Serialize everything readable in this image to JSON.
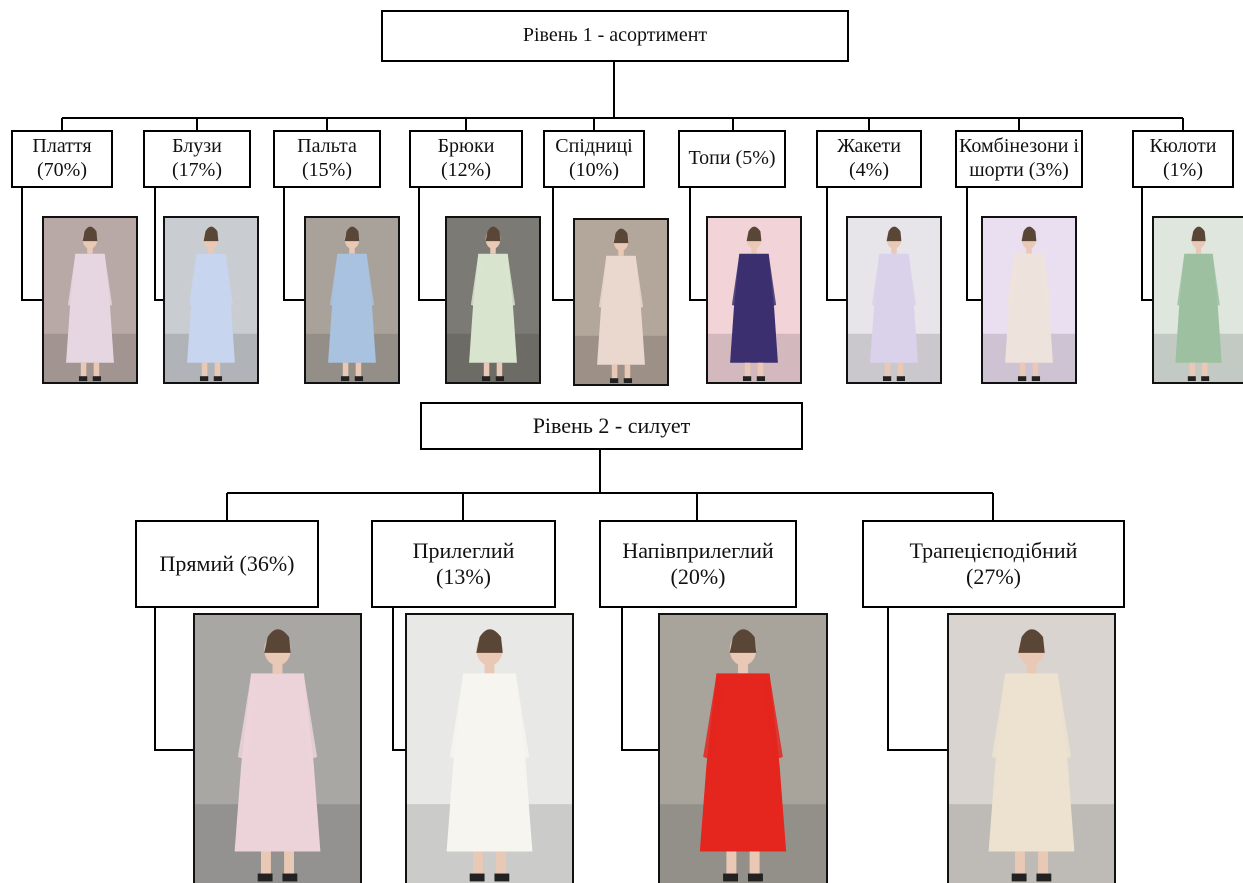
{
  "level1": {
    "title": "Рівень 1 - асортимент",
    "categories": [
      {
        "label": "Плаття\n(70%)",
        "photo": "runway-dress-photo",
        "bg": "#b8a9a6",
        "garment": "#e6d6e2"
      },
      {
        "label": "Блузи\n(17%)",
        "photo": "runway-blouse-photo",
        "bg": "#c9ccd1",
        "garment": "#c7d5ee"
      },
      {
        "label": "Пальта\n(15%)",
        "photo": "runway-coat-photo",
        "bg": "#a8a29a",
        "garment": "#a9c2e0"
      },
      {
        "label": "Брюки\n(12%)",
        "photo": "runway-trousers-photo",
        "bg": "#7b7a74",
        "garment": "#d9e4cf"
      },
      {
        "label": "Спідниці\n(10%)",
        "photo": "runway-skirt-photo",
        "bg": "#b3a69a",
        "garment": "#ead8cf"
      },
      {
        "label": "Топи (5%)",
        "photo": "runway-top-photo",
        "bg": "#f1d3d8",
        "garment": "#3c2f70"
      },
      {
        "label": "Жакети\n(4%)",
        "photo": "runway-jacket-photo",
        "bg": "#e7e4ea",
        "garment": "#d9d2ea"
      },
      {
        "label": "Комбінезони і\nшорти (3%)",
        "photo": "runway-jumpsuit-photo",
        "bg": "#eadff0",
        "garment": "#eee3dc"
      },
      {
        "label": "Кюлоти\n(1%)",
        "photo": "runway-culottes-photo",
        "bg": "#dfe6de",
        "garment": "#9dc0a0"
      }
    ]
  },
  "level2": {
    "title": "Рівень 2 - силует",
    "silhouettes": [
      {
        "label": "Прямий (36%)",
        "photo": "runway-straight-silhouette-photo",
        "bg": "#a9a7a4",
        "garment": "#ecd3d9"
      },
      {
        "label": "Прилеглий\n(13%)",
        "photo": "runway-fitted-silhouette-photo",
        "bg": "#e8e8e6",
        "garment": "#f7f5f0"
      },
      {
        "label": "Напівприлеглий\n(20%)",
        "photo": "runway-semifitted-silhouette-photo",
        "bg": "#a8a49c",
        "garment": "#e4261f"
      },
      {
        "label": "Трапецієподібний\n(27%)",
        "photo": "runway-trapeze-silhouette-photo",
        "bg": "#d9d4cf",
        "garment": "#ece2cf"
      }
    ]
  }
}
